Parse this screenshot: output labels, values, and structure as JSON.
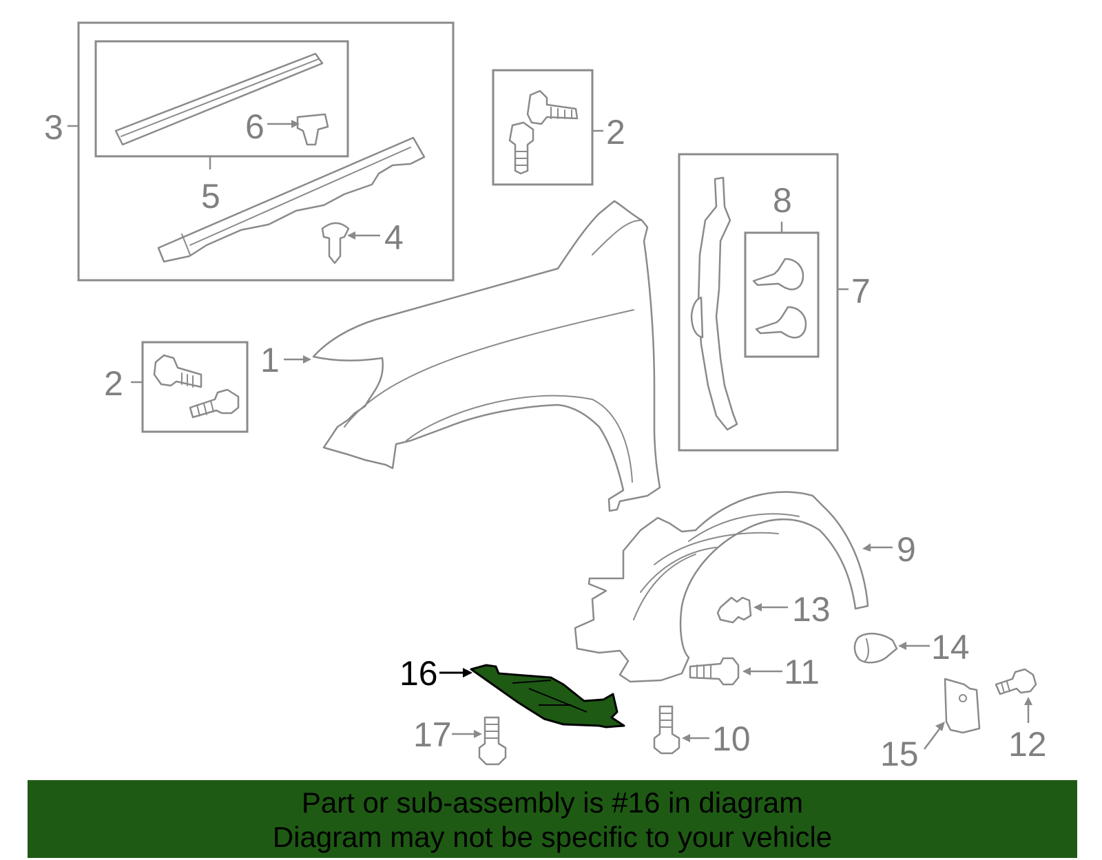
{
  "callouts": {
    "c1": "1",
    "c2a": "2",
    "c2b": "2",
    "c3": "3",
    "c4": "4",
    "c5": "5",
    "c6": "6",
    "c7": "7",
    "c8": "8",
    "c9": "9",
    "c10": "10",
    "c11": "11",
    "c12": "12",
    "c13": "13",
    "c14": "14",
    "c15": "15",
    "c16": "16",
    "c17": "17"
  },
  "highlighted_part": "16",
  "colors": {
    "highlight": "#1e5a14",
    "line_art": "#8a8a8a",
    "banner_text": "#000000"
  },
  "banner": {
    "line1": "Part or sub-assembly is #16 in diagram",
    "line2": "Diagram may not be specific to your vehicle"
  }
}
